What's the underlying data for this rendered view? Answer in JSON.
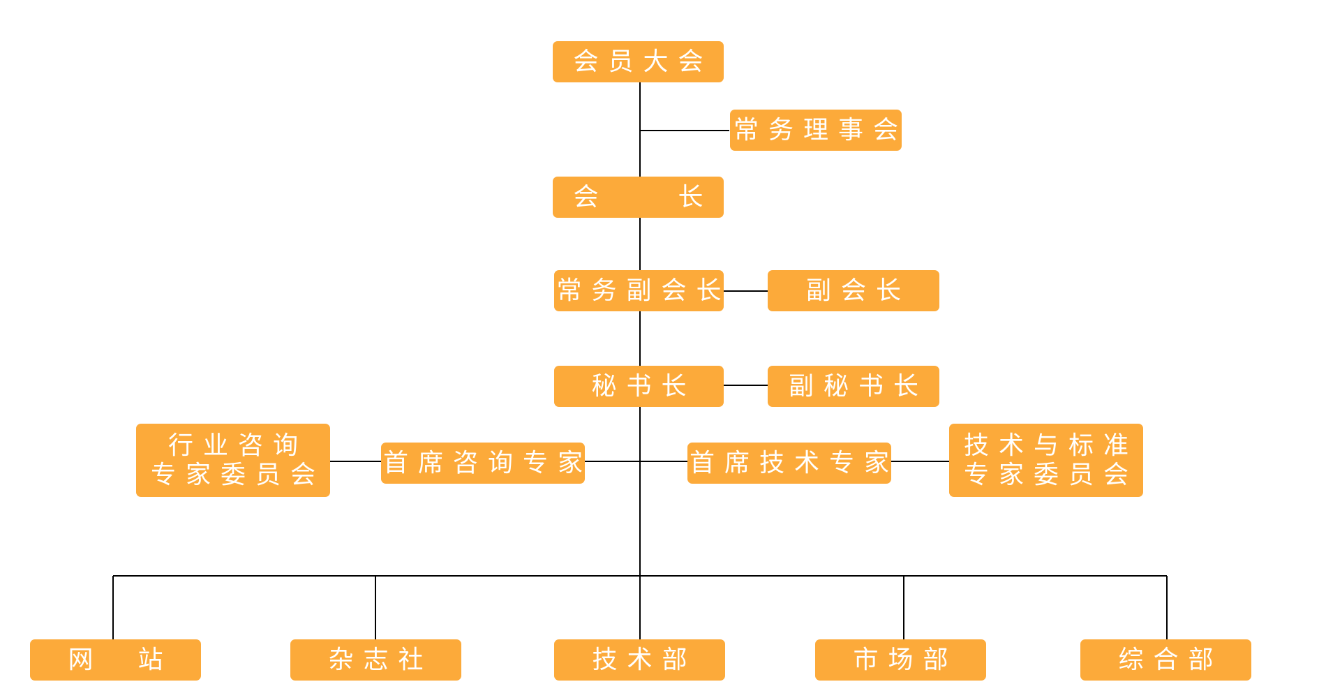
{
  "nodes": {
    "general_assembly": "会员大会",
    "standing_council": "常务理事会",
    "president": "会　　长",
    "executive_vp": "常务副会长",
    "vice_president": "副会长",
    "secretary_general": "秘书长",
    "deputy_secretary_general": "副秘书长",
    "chief_consulting_expert": "首席咨询专家",
    "industry_consulting_committee": [
      "行业咨询",
      "专家委员会"
    ],
    "chief_technical_expert": "首席技术专家",
    "tech_standards_committee": [
      "技术与标准",
      "专家委员会"
    ],
    "website": "网　站",
    "magazine": "杂志社",
    "technology_dept": "技术部",
    "marketing_dept": "市场部",
    "general_dept": "综合部"
  },
  "colors": {
    "node_fill": "#fcaa3a",
    "node_text": "#ffffff",
    "connector": "#000000"
  }
}
